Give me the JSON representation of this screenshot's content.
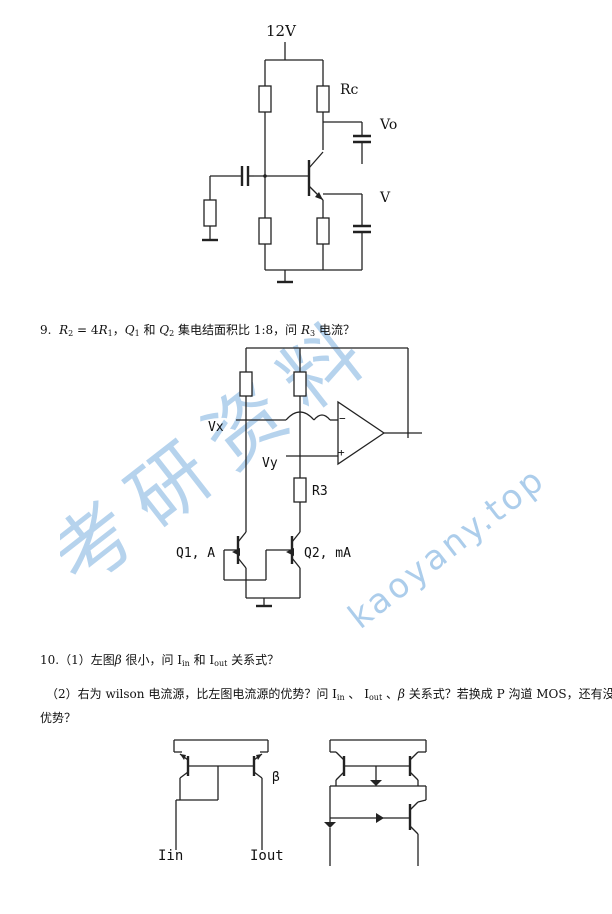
{
  "figure1": {
    "supply_label": "12V",
    "rc_label": "Rc",
    "vo_label": "Vo",
    "v_label": "V"
  },
  "q9": {
    "number": "9.",
    "text_a": "R",
    "text_b": "2",
    "text_c": " = 4",
    "text_d": "R",
    "text_e": "1",
    "text_f": "，",
    "text_g": "Q",
    "text_h": "1",
    "text_i": " 和 ",
    "text_j": "Q",
    "text_k": "2",
    "text_l": " 集电结面积比 1:8，问 ",
    "text_m": "R",
    "text_n": "3",
    "text_o": " 电流？"
  },
  "figure2": {
    "vx_label": "Vx",
    "vy_label": "Vy",
    "r3_label": "R3",
    "q1_label": "Q1, A",
    "q2_label": "Q2, mA",
    "minus_sign": "−",
    "plus_sign": "+"
  },
  "q10": {
    "line1_prefix": "10.（1）左图",
    "beta": "β",
    "line1_mid": " 很小，问 I",
    "line1_sub_in": "in",
    "line1_and": " 和 I",
    "line1_sub_out": "out",
    "line1_suffix": " 关系式？",
    "line2_prefix": "（2）右为 wilson 电流源，比左图电流源的优势？问 I",
    "line2_sub_in": "in",
    "line2_sep1": " 、 I",
    "line2_sub_out": "out",
    "line2_sep2": " 、",
    "line2_beta": "β",
    "line2_suffix": " 关系式？若换成 P 沟道 MOS，还有没有",
    "line3": "优势？"
  },
  "figure3": {
    "iin_label": "Iin",
    "iout_label": "Iout",
    "beta_label": "β"
  },
  "watermark": {
    "cn_text": "考研资料",
    "url_text": "kaoyany.top",
    "color": "#9ec5e8"
  }
}
